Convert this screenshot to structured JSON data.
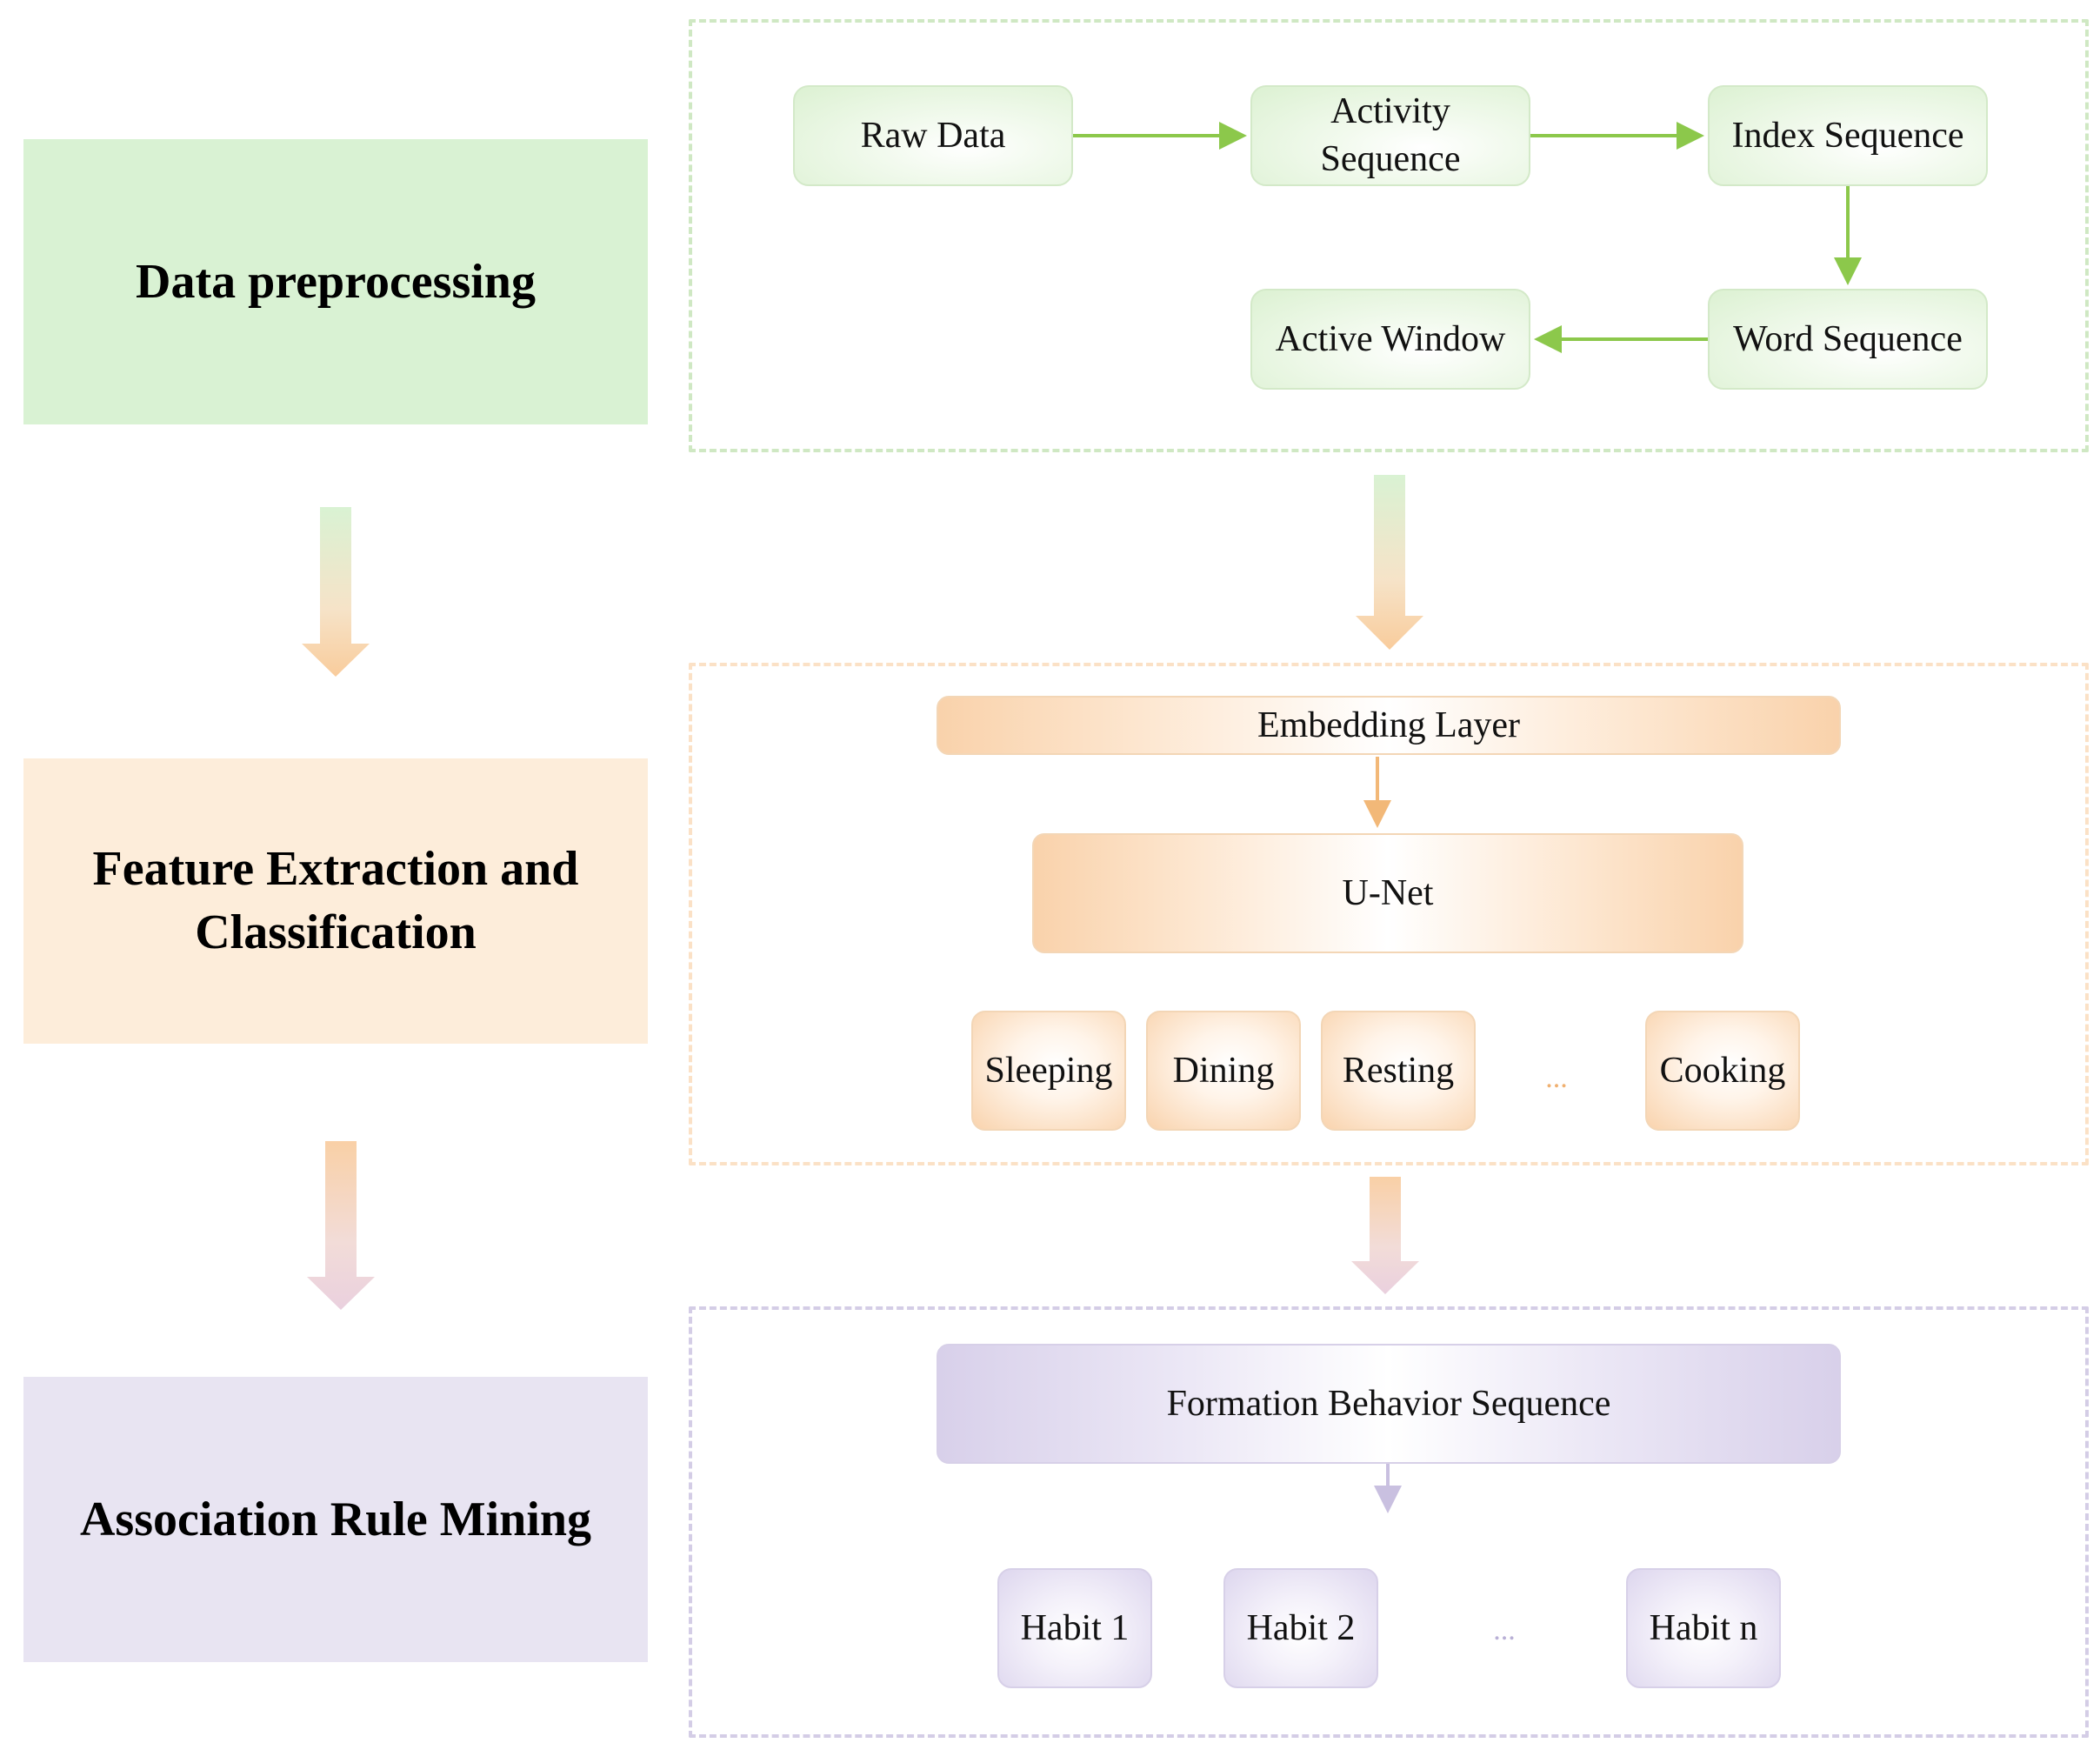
{
  "stages": {
    "preprocessing": "Data preprocessing",
    "feature_line1": "Feature Extraction and",
    "feature_line2": "Classification",
    "association": "Association Rule Mining"
  },
  "preprocessing_panel": {
    "raw_data": "Raw Data",
    "activity_line1": "Activity",
    "activity_line2": "Sequence",
    "index_sequence": "Index Sequence",
    "word_sequence": "Word Sequence",
    "active_window": "Active Window"
  },
  "feature_panel": {
    "embedding_layer": "Embedding Layer",
    "unet": "U-Net",
    "activities": [
      "Sleeping",
      "Dining",
      "Resting",
      "Cooking"
    ],
    "ellipsis": "..."
  },
  "association_panel": {
    "formation_sequence": "Formation Behavior Sequence",
    "habits": [
      "Habit 1",
      "Habit 2",
      "Habit n"
    ],
    "ellipsis": "..."
  },
  "colors": {
    "green_accent": "#8cc84b",
    "orange_accent": "#f2b878",
    "purple_accent": "#c9c0e0",
    "green_stage": "#d9f2d3",
    "orange_stage": "#fdedda",
    "purple_stage": "#e8e4f2"
  }
}
